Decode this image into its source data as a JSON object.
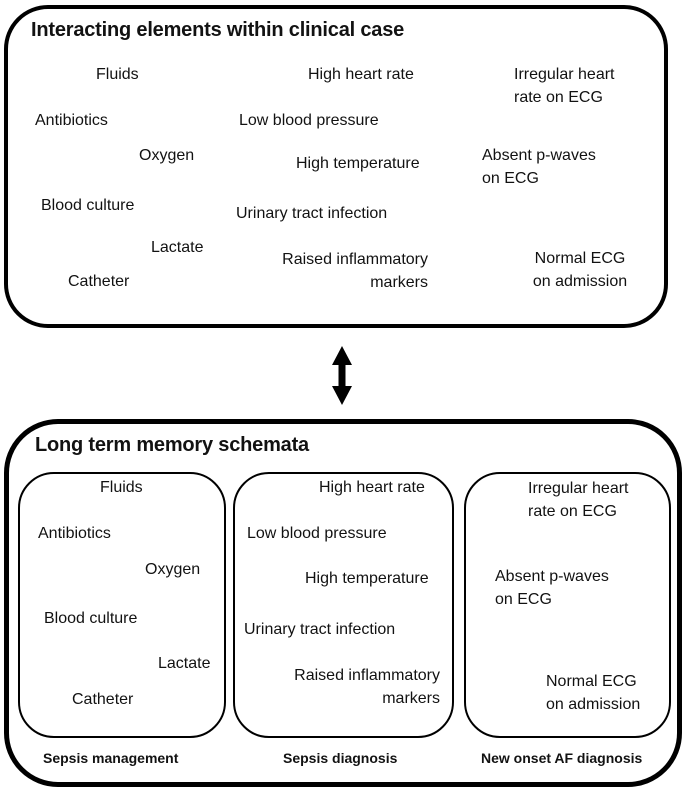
{
  "colors": {
    "border": "#000000",
    "text": "#121212",
    "background": "#ffffff"
  },
  "top_box": {
    "title": "Interacting elements within clinical case",
    "items": {
      "fluids": "Fluids",
      "high_heart_rate": "High heart rate",
      "irregular_heart": "Irregular heart\nrate on ECG",
      "antibiotics": "Antibiotics",
      "low_blood_pressure": "Low blood pressure",
      "oxygen": "Oxygen",
      "high_temperature": "High temperature",
      "absent_p_waves": "Absent p-waves\non ECG",
      "blood_culture": "Blood culture",
      "urinary_tract_infection": "Urinary tract infection",
      "lactate": "Lactate",
      "raised_inflammatory": "Raised inflammatory\nmarkers",
      "catheter": "Catheter",
      "normal_ecg": "Normal ECG\non admission"
    }
  },
  "arrow": {
    "name": "bidirectional-arrow",
    "color": "#000000"
  },
  "bottom_box": {
    "title": "Long term memory schemata",
    "panels": [
      {
        "caption": "Sepsis management",
        "items": {
          "fluids": "Fluids",
          "antibiotics": "Antibiotics",
          "oxygen": "Oxygen",
          "blood_culture": "Blood culture",
          "lactate": "Lactate",
          "catheter": "Catheter"
        }
      },
      {
        "caption": "Sepsis diagnosis",
        "items": {
          "high_heart_rate": "High heart rate",
          "low_blood_pressure": "Low blood pressure",
          "high_temperature": "High temperature",
          "urinary_tract_infection": "Urinary tract infection",
          "raised_inflammatory": "Raised inflammatory\nmarkers"
        }
      },
      {
        "caption": "New onset AF diagnosis",
        "items": {
          "irregular_heart": "Irregular heart\nrate on ECG",
          "absent_p_waves": "Absent p-waves\non ECG",
          "normal_ecg": "Normal ECG\non admission"
        }
      }
    ]
  }
}
